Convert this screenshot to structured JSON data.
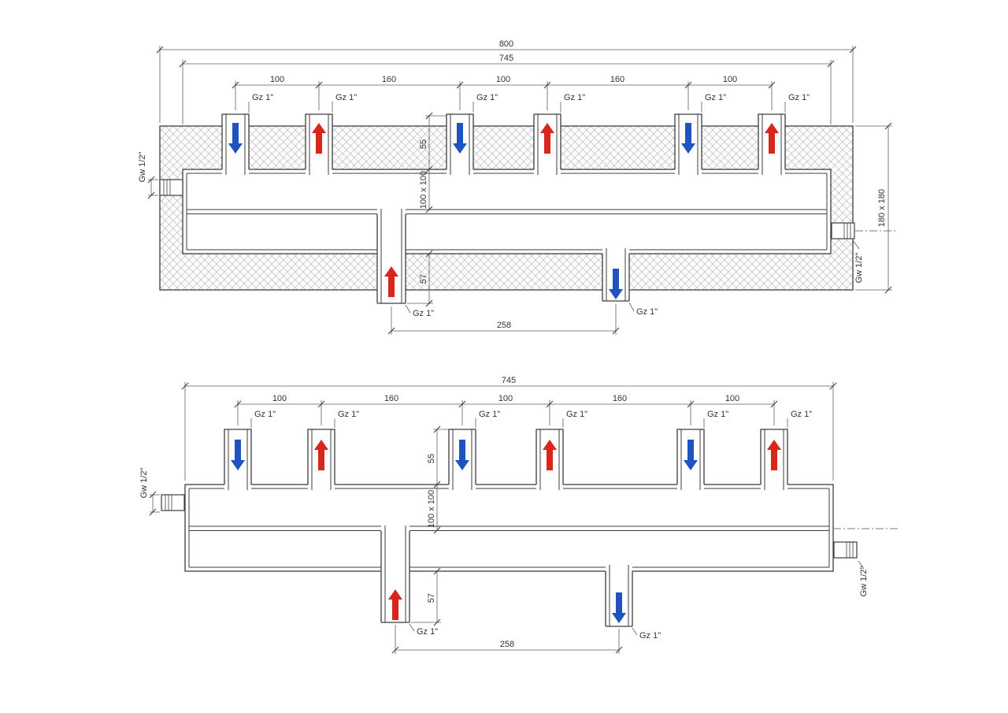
{
  "labels": {
    "gz": "Gz 1\"",
    "gw": "Gw 1/2\""
  },
  "colors": {
    "supply_arrow": "#d9261c",
    "return_arrow": "#1f53bf",
    "line": "#3d3d3d",
    "hatch": "#c6c6c6"
  },
  "top_view": {
    "name": "insulated-manifold-view",
    "dims": {
      "overall_width": "800",
      "body_width": "745",
      "port_spacings": [
        "100",
        "160",
        "100",
        "160",
        "100"
      ],
      "port_height": "55",
      "cross_section": "100 x 100",
      "bottom_port_height": "57",
      "bottom_port_spacing": "258",
      "overall_section": "180 x 180"
    }
  },
  "bottom_view": {
    "name": "bare-manifold-view",
    "dims": {
      "body_width": "745",
      "port_spacings": [
        "100",
        "160",
        "100",
        "160",
        "100"
      ],
      "port_height": "55",
      "cross_section": "100 x 100",
      "bottom_port_height": "57",
      "bottom_port_spacing": "258"
    }
  }
}
